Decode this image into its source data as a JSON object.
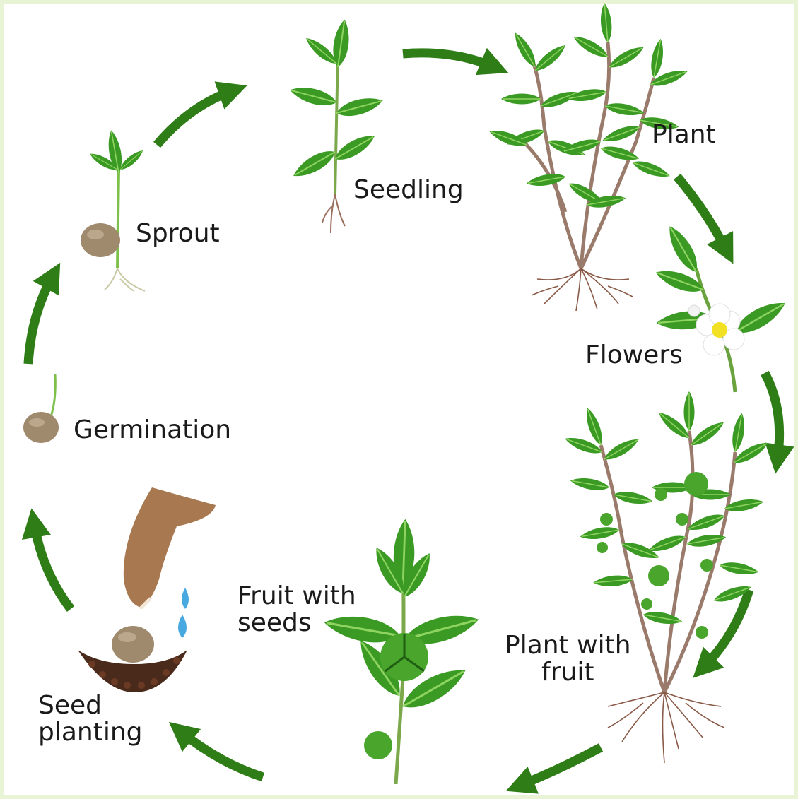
{
  "diagram": {
    "stages": [
      {
        "label": "Seedling"
      },
      {
        "label": "Plant"
      },
      {
        "label": "Flowers"
      },
      {
        "label": "Plant with\nfruit"
      },
      {
        "label": "Fruit with\nseeds"
      },
      {
        "label": "Seed\nplanting"
      },
      {
        "label": "Germination"
      },
      {
        "label": "Sprout"
      }
    ],
    "colors": {
      "background": "#e9f3d6",
      "arrow": "#2e7d16",
      "leaf": "#3a9a24",
      "leaf_light": "#6cc040",
      "stem": "#8a6a55",
      "seed": "#a08a6e",
      "soil": "#4a2a1a",
      "hand": "#a87850",
      "water": "#48a8e0",
      "fruit": "#4aa52c"
    },
    "icons": [
      "arrow-icon",
      "hand-icon",
      "water-drop-icon",
      "seed-icon",
      "leaf-icon",
      "flower-icon",
      "root-icon"
    ]
  }
}
